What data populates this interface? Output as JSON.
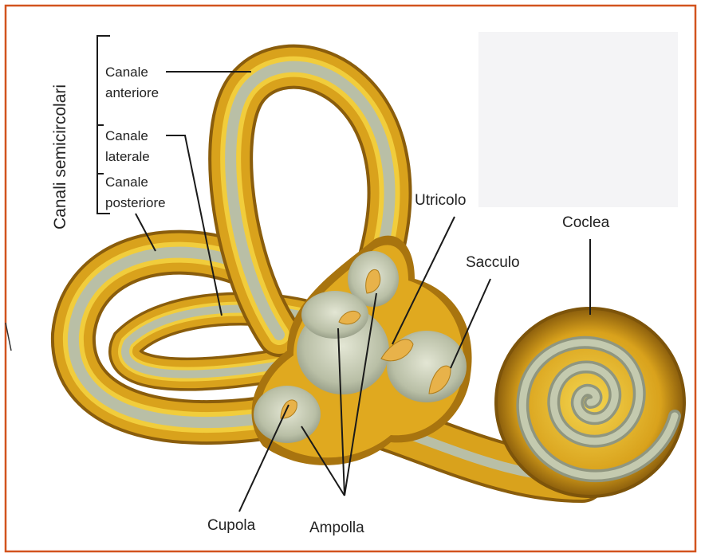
{
  "labels": {
    "group": "Canali semicircolari",
    "anterior": [
      "Canale",
      "anteriore"
    ],
    "lateral": [
      "Canale",
      "laterale"
    ],
    "posterior": [
      "Canale",
      "posteriore"
    ],
    "utricle": "Utricolo",
    "saccule": "Sacculo",
    "cochlea": "Coclea",
    "cupula": "Cupola",
    "ampulla": "Ampolla"
  },
  "colors": {
    "border": "#d2531e",
    "gold_dark": "#a8740f",
    "gold": "#d9a21c",
    "gold_light": "#f1cd3c",
    "membrane": "#b9bfa6",
    "membrane_light": "#dfe2cf",
    "cupula": "#e8b24a"
  }
}
